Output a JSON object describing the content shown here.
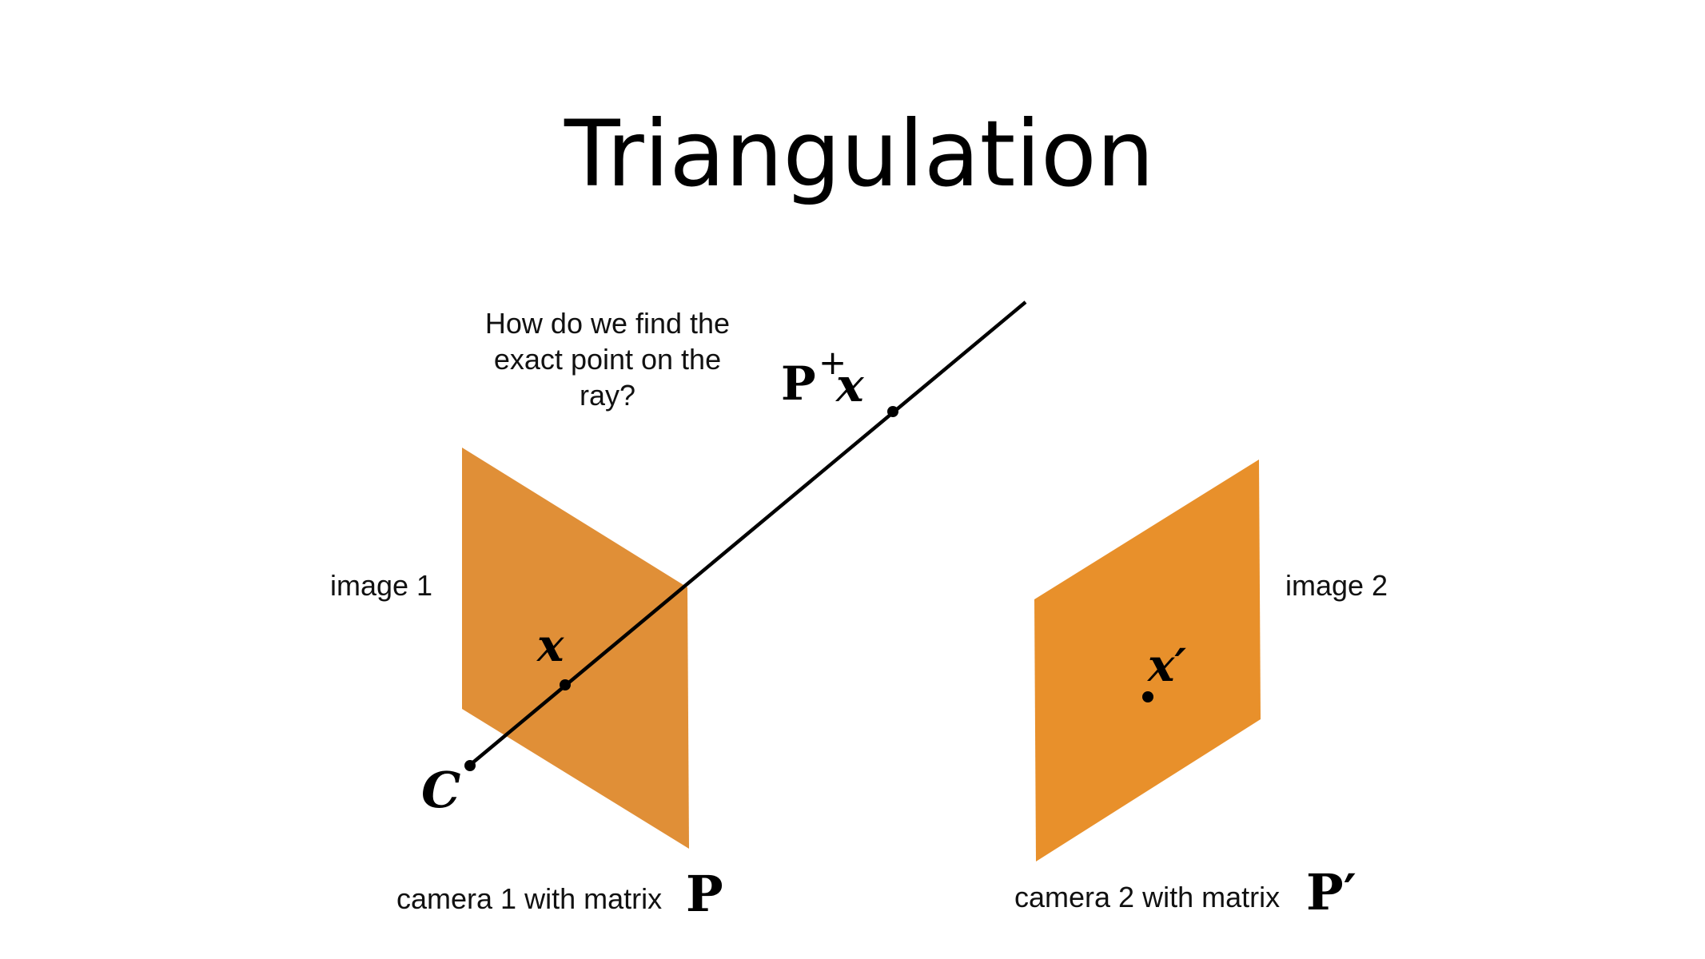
{
  "slide": {
    "title": "Triangulation",
    "question_lines": [
      "How do we find the",
      "exact point on the",
      "ray?"
    ],
    "image1_label": "image 1",
    "image2_label": "image 2",
    "camera1_label": "camera 1 with matrix",
    "camera1_matrix": "P",
    "camera2_label": "camera 2 with matrix",
    "camera2_matrix": "P′",
    "camera_center_label": "C",
    "point_x_label": "x",
    "point_x_prime_label": "x′",
    "backprojection_label_P": "P",
    "backprojection_label_plus": "+",
    "backprojection_label_x": "x"
  },
  "colors": {
    "image_plane_1": "#e08f37",
    "image_plane_2": "#e8902b",
    "ray": "#000000"
  }
}
